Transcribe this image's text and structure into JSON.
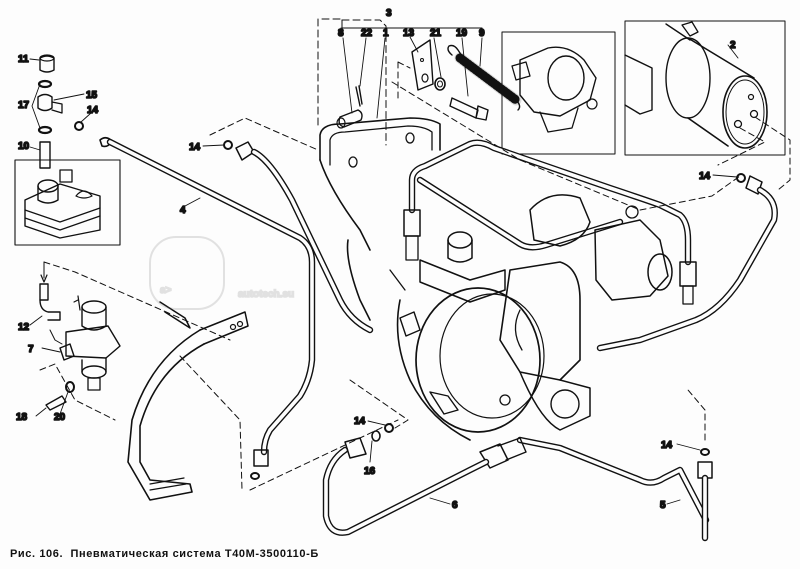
{
  "figure": {
    "caption_prefix": "Рис. 106.",
    "caption_title": "Пневматическая система Т40М-3500110-Б",
    "watermark": "autotech.su",
    "line_color": "#111111",
    "background": "#fdfdfd"
  },
  "callouts": [
    {
      "id": "c3",
      "label": "3"
    },
    {
      "id": "c8",
      "label": "8"
    },
    {
      "id": "c22",
      "label": "22"
    },
    {
      "id": "c1",
      "label": "1"
    },
    {
      "id": "c13",
      "label": "13"
    },
    {
      "id": "c21",
      "label": "21"
    },
    {
      "id": "c19",
      "label": "19"
    },
    {
      "id": "c9",
      "label": "9"
    },
    {
      "id": "c2",
      "label": "2"
    },
    {
      "id": "c11",
      "label": "11"
    },
    {
      "id": "c15",
      "label": "15"
    },
    {
      "id": "c17",
      "label": "17"
    },
    {
      "id": "c14a",
      "label": "14"
    },
    {
      "id": "c10",
      "label": "10"
    },
    {
      "id": "c14b",
      "label": "14"
    },
    {
      "id": "c4",
      "label": "4"
    },
    {
      "id": "c14c",
      "label": "14"
    },
    {
      "id": "c12",
      "label": "12"
    },
    {
      "id": "c7",
      "label": "7"
    },
    {
      "id": "c18",
      "label": "18"
    },
    {
      "id": "c20",
      "label": "20"
    },
    {
      "id": "c14d",
      "label": "14"
    },
    {
      "id": "c16",
      "label": "16"
    },
    {
      "id": "c6",
      "label": "6"
    },
    {
      "id": "c14e",
      "label": "14"
    },
    {
      "id": "c5",
      "label": "5"
    }
  ]
}
